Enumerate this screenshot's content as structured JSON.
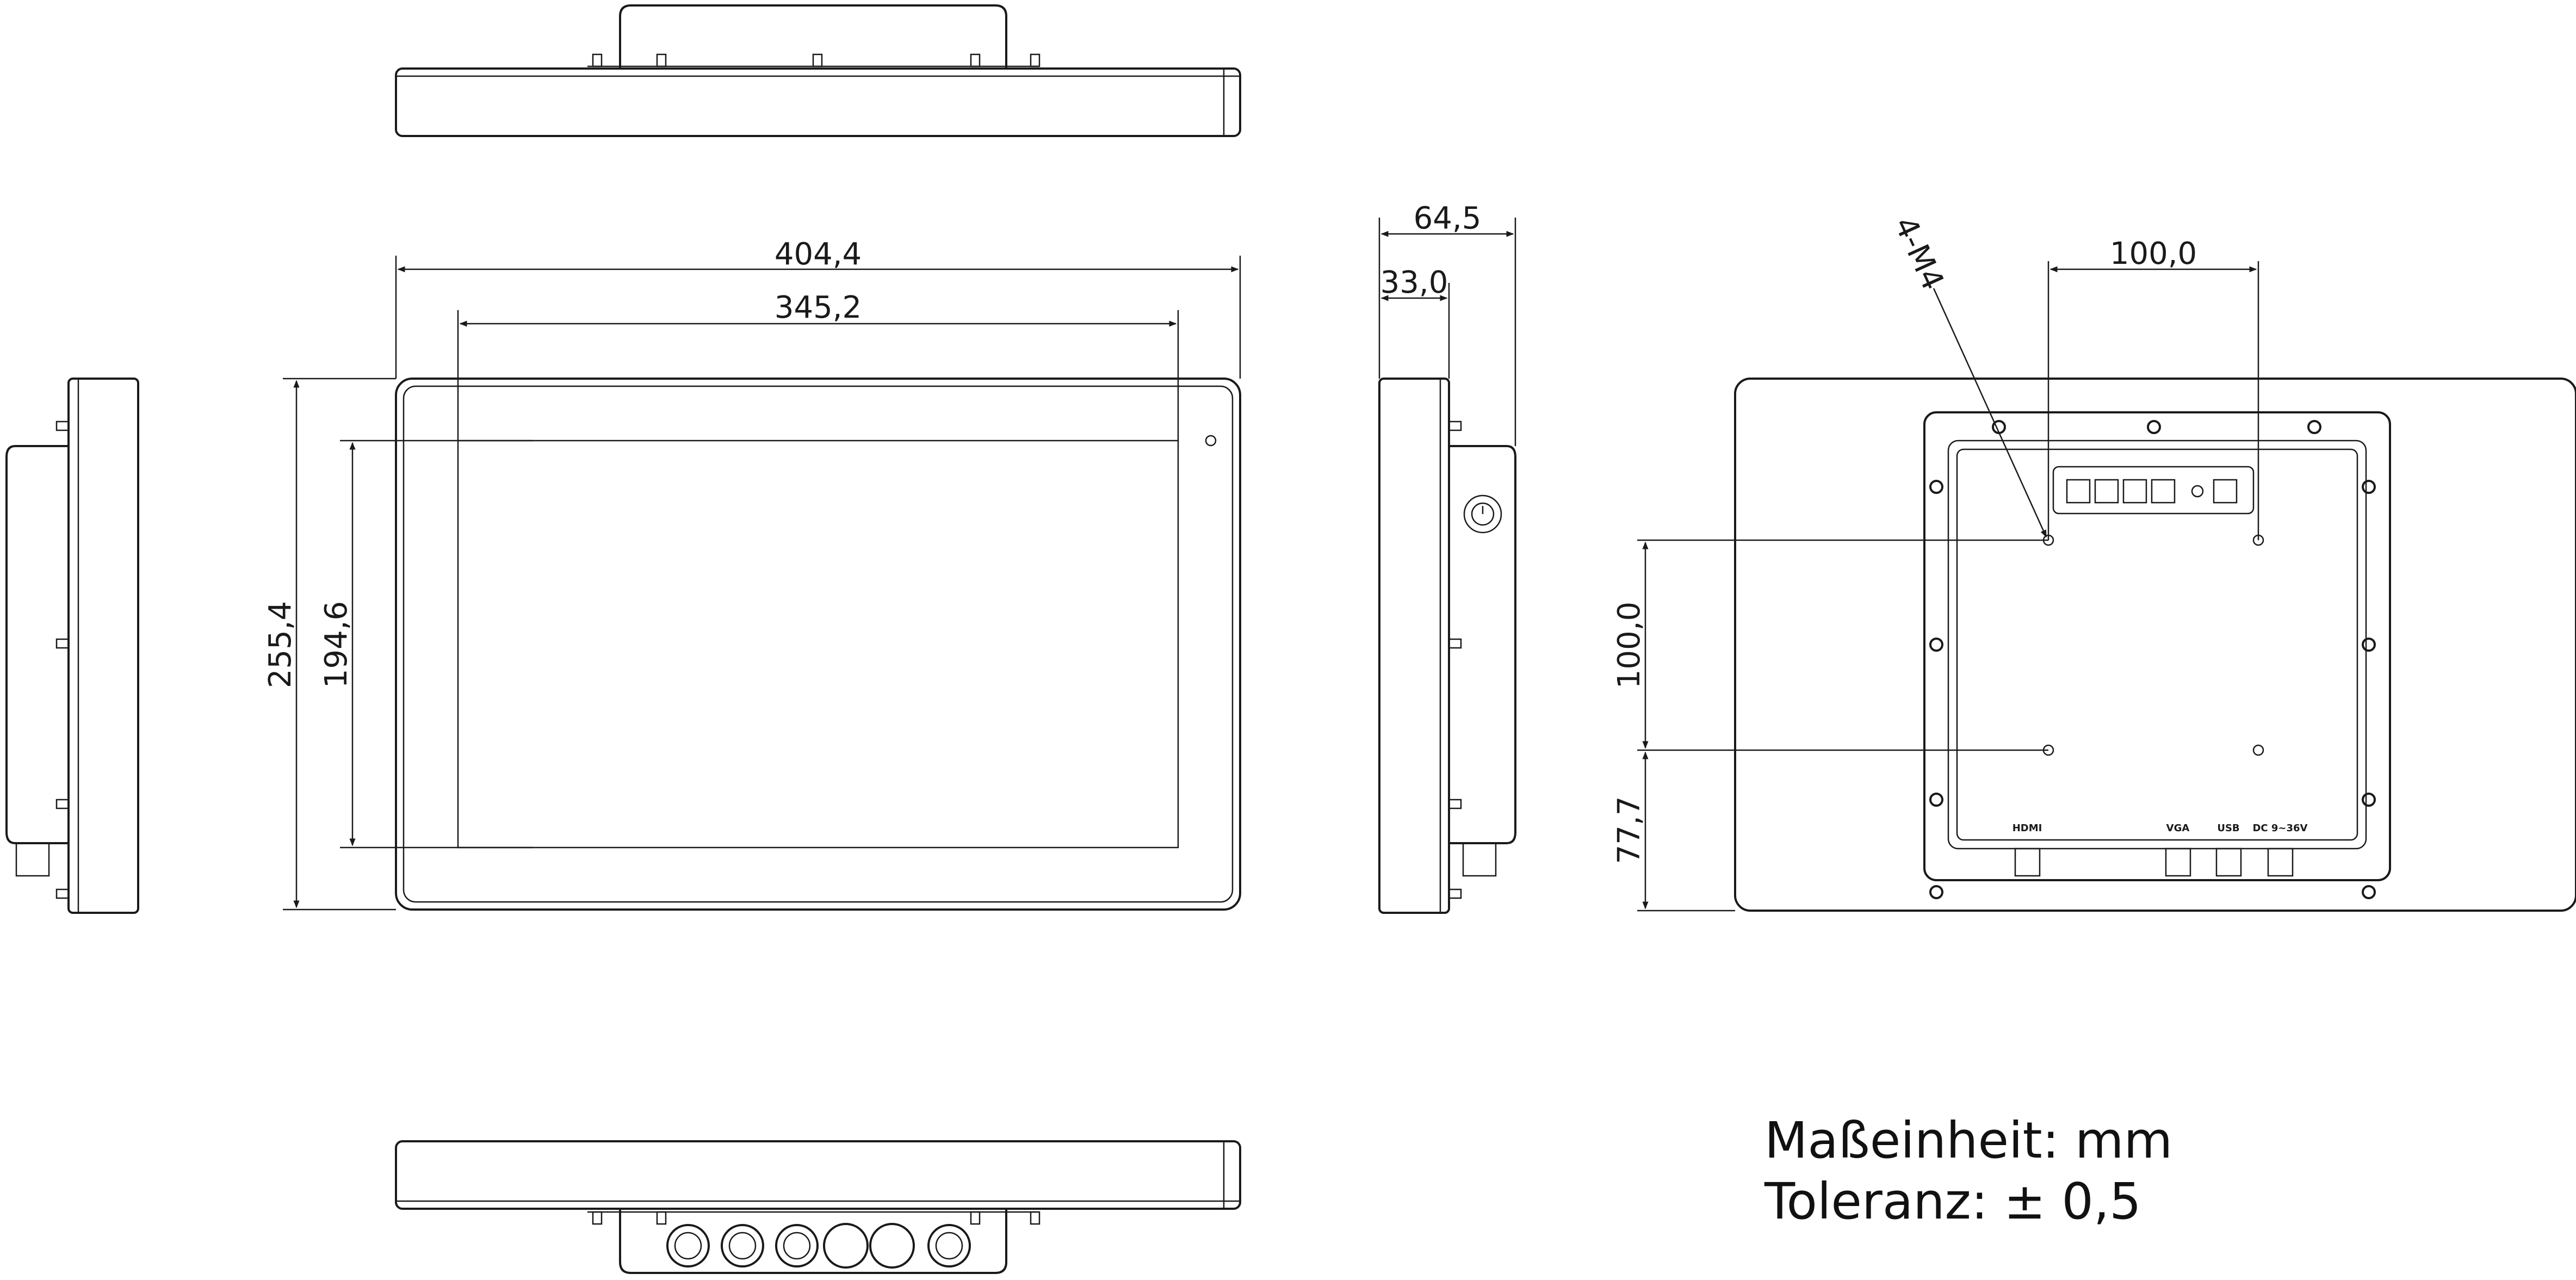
{
  "dimensions": {
    "overall_width": "404,4",
    "display_width": "345,2",
    "overall_height": "255,4",
    "display_height": "194,6",
    "depth_total": "64,5",
    "depth_front": "33,0",
    "vesa_horizontal": "100,0",
    "vesa_vertical": "100,0",
    "mount_offset": "77,7",
    "screw_callout": "4-M4"
  },
  "ports": {
    "hdmi": "HDMI",
    "vga": "VGA",
    "usb": "USB",
    "dc": "DC 9~36V"
  },
  "notes": {
    "unit": "Maßeinheit: mm",
    "tolerance": "Toleranz: ± 0,5"
  }
}
